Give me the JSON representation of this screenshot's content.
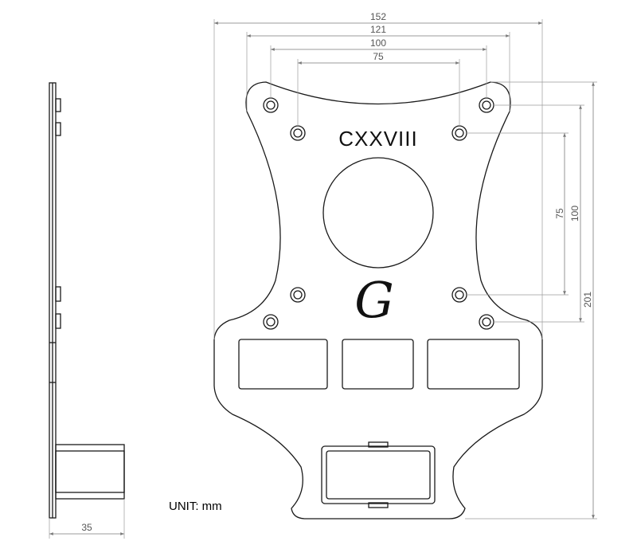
{
  "dimensions": {
    "top_152": "152",
    "top_121": "121",
    "top_100": "100",
    "top_75": "75",
    "right_75": "75",
    "right_100": "100",
    "right_201": "201",
    "bottom_35": "35"
  },
  "plate_label": "CXXVIII",
  "logo_glyph": "G",
  "unit_label": "UNIT: mm",
  "colors": {
    "line": "#1a1a1a",
    "dimension": "#7a7a7a",
    "text": "#555555"
  }
}
